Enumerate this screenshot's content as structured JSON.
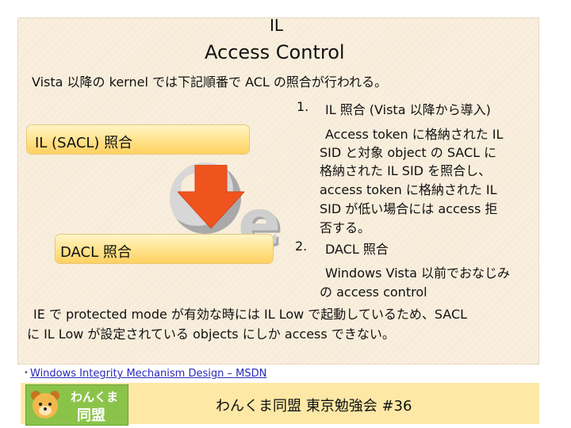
{
  "slide": {
    "header": "IL",
    "title": "Access Control",
    "intro": "Vista 以降の kernel では下記順番で ACL の照合が行われる。"
  },
  "flow": {
    "step1_label": "IL (SACL) 照合",
    "step2_label": "DACL 照合",
    "arrow_color": "#f0541e"
  },
  "list": {
    "item1_marker": "1.",
    "item1_title": "IL 照合 (Vista 以降から導入)",
    "item1_lines": [
      "Access  token に格納された IL",
      "SID と対象 object の SACL に",
      "格納された IL SID を照合し、",
      "access token に格納された IL",
      "SID が低い場合には access 拒",
      "否する。"
    ],
    "item2_marker": "2.",
    "item2_title": "DACL 照合",
    "item2_lines": [
      "Windows Vista 以前でおなじみ",
      "の access control"
    ]
  },
  "note": {
    "line1": "IE で protected mode が有効な時には IL Low で起動しているため、SACL",
    "line2": "に  IL Low が設定されている objects にしか access できない。"
  },
  "footer": {
    "link_text": "Windows Integrity Mechanism Design – MSDN",
    "logo_line1": "わんくま",
    "logo_line2": "同盟",
    "event_title": "わんくま同盟 東京勉強会 #36"
  },
  "icons": {
    "bear": "bear-mascot-icon",
    "arrow": "down-arrow-icon"
  }
}
